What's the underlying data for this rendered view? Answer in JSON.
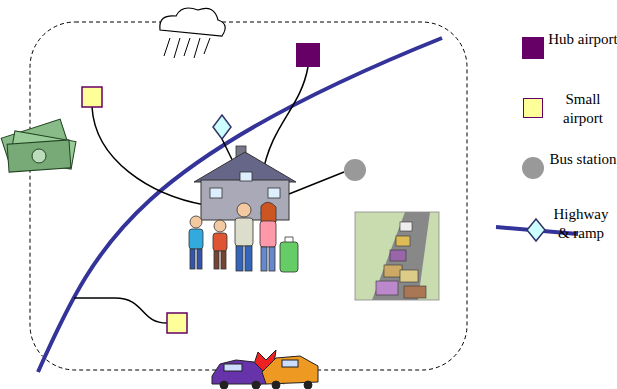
{
  "diagram": {
    "legend": [
      {
        "text": "Hub airport",
        "color": "#660066"
      },
      {
        "text": "Small airport",
        "color": "#ffff99"
      },
      {
        "text": "Bus station"
      },
      {
        "text": "Highway & ramp"
      }
    ]
  }
}
